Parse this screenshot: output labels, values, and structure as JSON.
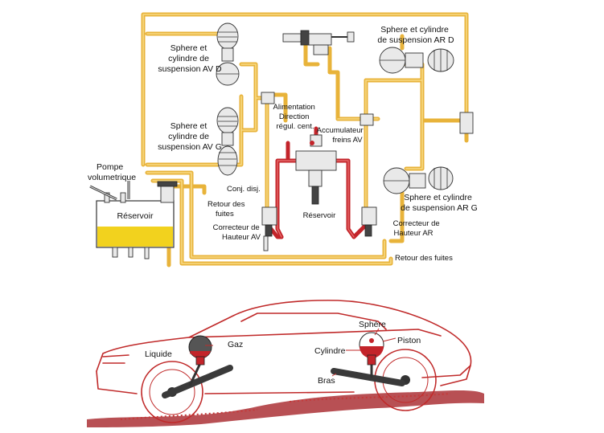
{
  "hydraulic": {
    "labels": {
      "sphere_av_d": [
        "Sphere et",
        "cylindre de",
        "suspension AV D"
      ],
      "sphere_av_g": [
        "Sphere et",
        "cylindre de",
        "suspension AV G"
      ],
      "sphere_ar_d": [
        "Sphere et cylindre",
        "de suspension AR D"
      ],
      "sphere_ar_g": [
        "Sphere et cylindre",
        "de suspension AR G"
      ],
      "pompe": [
        "Pompe",
        "volumetrique"
      ],
      "reservoir_tank": "Réservoir",
      "conj_disj": "Conj. disj.",
      "retour_fuites_av": [
        "Retour des",
        "fuites"
      ],
      "alimentation": [
        "Alimentation",
        "Direction",
        "régul. cent."
      ],
      "accumulateur": [
        "Accumulateur",
        "freins AV"
      ],
      "reservoir_center": "Réservoir",
      "correcteur_av": [
        "Correcteur de",
        "Hauteur AV"
      ],
      "correcteur_ar": [
        "Correcteur de",
        "Hauteur AR"
      ],
      "retour_fuites_bottom": "Retour des fuites"
    },
    "colors": {
      "pipe_yellow": "#e8b33a",
      "pipe_red": "#c3242a",
      "fluid_yellow": "#f2d21e"
    }
  },
  "car": {
    "labels": {
      "liquide": "Liquide",
      "gaz": "Gaz",
      "sphere": "Sphère",
      "cylindre": "Cylindre",
      "piston": "Piston",
      "bras": "Bras"
    },
    "colors": {
      "outline": "#c02a2a",
      "ground": "#a0151b",
      "sphere_gas": "#555555",
      "sphere_liquid": "#c3242a"
    }
  }
}
